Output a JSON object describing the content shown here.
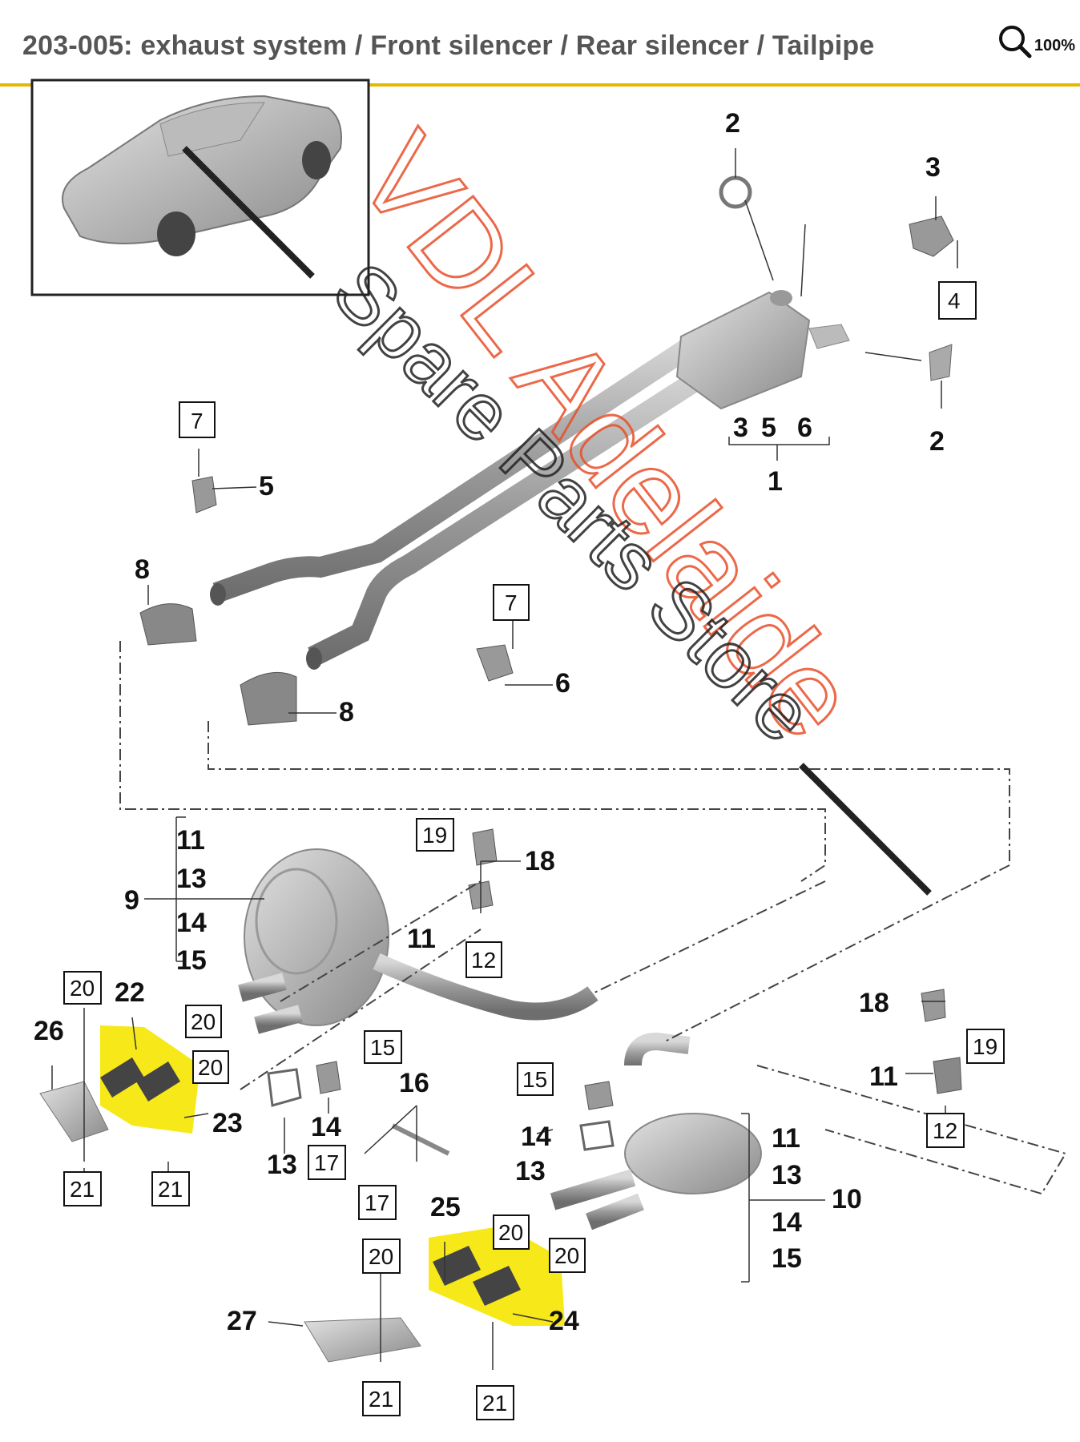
{
  "header": {
    "title": "203-005: exhaust system / Front silencer / Rear silencer / Tailpipe",
    "zoom_label": "100%"
  },
  "watermark": {
    "line1": "VDL Adelaide",
    "line2": "Spare Parts Store"
  },
  "colors": {
    "accent_rule": "#e6b800",
    "highlight": "#f6e600",
    "watermark_primary": "#e8502a"
  },
  "callouts": {
    "c1": "1",
    "c2a": "2",
    "c2b": "2",
    "c3": "3",
    "c3b": "3",
    "c4": "4",
    "c5": "5",
    "c5b": "5",
    "c6": "6",
    "c6b": "6",
    "c7a": "7",
    "c7b": "7",
    "c8a": "8",
    "c8b": "8",
    "c9": "9",
    "c10": "10",
    "c11a": "11",
    "c11b": "11",
    "c11c": "11",
    "c11d": "11",
    "c12a": "12",
    "c12b": "12",
    "c13a": "13",
    "c13b": "13",
    "c13c": "13",
    "c13d": "13",
    "c14a": "14",
    "c14b": "14",
    "c14c": "14",
    "c14d": "14",
    "c15a": "15",
    "c15b": "15",
    "c15c": "15",
    "c15d": "15",
    "c16": "16",
    "c17a": "17",
    "c17b": "17",
    "c18a": "18",
    "c18b": "18",
    "c19a": "19",
    "c19b": "19",
    "c20a": "20",
    "c20b": "20",
    "c20c": "20",
    "c20d": "20",
    "c20e": "20",
    "c20f": "20",
    "c21a": "21",
    "c21b": "21",
    "c21c": "21",
    "c21d": "21",
    "c22": "22",
    "c23": "23",
    "c24": "24",
    "c25": "25",
    "c26": "26",
    "c27": "27"
  }
}
